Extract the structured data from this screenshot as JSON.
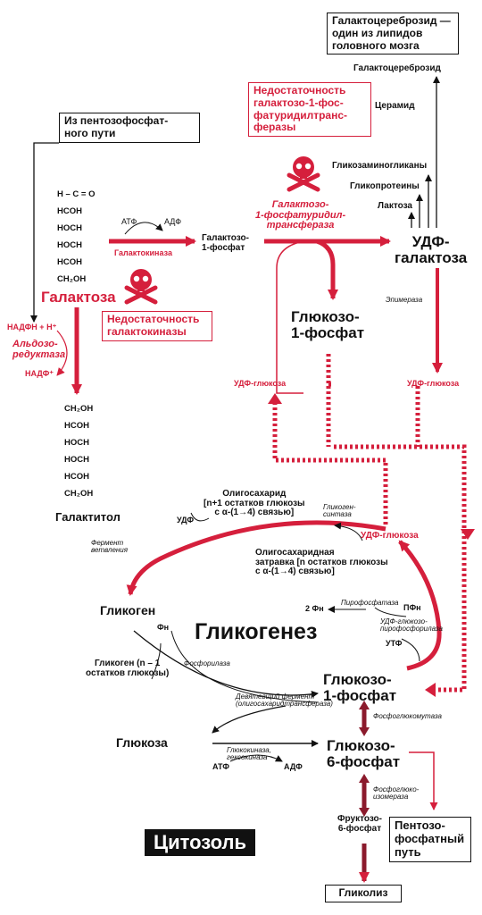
{
  "top_box": [
    "Галактоцереброзид —",
    "один из липидов",
    "головного мозга"
  ],
  "pentose_box": [
    "Из пентозофосфат-",
    "ного пути"
  ],
  "transferase_deficiency": [
    "Недостаточность",
    "галактозо-1-фос-",
    "фатуридилтранс-",
    "феразы"
  ],
  "galactokinase_deficiency": [
    "Недостаточность",
    "галактокиназы"
  ],
  "galactose_chain": [
    "H – C = O",
    "HCOH",
    "HOCH",
    "HOCH",
    "HCOH",
    "CH₂OH"
  ],
  "galactitol_chain": [
    "CH₂OH",
    "HCOH",
    "HOCH",
    "HOCH",
    "HCOH",
    "CH₂OH"
  ],
  "labels": {
    "galactocerebroside": "Галактоцереброзид",
    "ceramide": "Церамид",
    "glycosaminoglycans": "Гликозаминогликаны",
    "glycoproteins": "Гликопротеины",
    "lactose": "Лактоза",
    "transferase": [
      "Галактозо-",
      "1-фосфатуридил-",
      "трансфераза"
    ],
    "udp_galactose": [
      "УДФ-",
      "галактоза"
    ],
    "atp1": "АТФ",
    "adp1": "АДФ",
    "galactokinase": "Галактокиназа",
    "gal1p": [
      "Галактозо-",
      "1-фосфат"
    ],
    "galactose": "Галактоза",
    "nadph": "НАДФН + Н⁺",
    "aldose_reductase": [
      "Альдозо-",
      "редуктаза"
    ],
    "nadp": "НАДФ⁺",
    "glc1p_top": [
      "Глюкозо-",
      "1-фосфат"
    ],
    "epimerase": "Эпимераза",
    "udp_glucose_left": "УДФ-глюкоза",
    "udp_glucose_right": "УДФ-глюкоза",
    "galactitol": "Галактитол",
    "oligosaccharide": [
      "Олигосахарид",
      "[n+1 остатков глюкозы",
      "с α-(1→4) связью]"
    ],
    "glycogen_synthase": [
      "Гликоген-",
      "синтаза"
    ],
    "udp": "УДФ",
    "branching_enzyme": [
      "Фермент",
      "ветвления"
    ],
    "primer": [
      "Олигосахаридная",
      "затравка [n остатков глюкозы",
      "с α-(1→4) связью]"
    ],
    "udp_glucose_mid": "УДФ-глюкоза",
    "glycogen": "Гликоген",
    "pyrophosphatase": "Пирофосфатаза",
    "two_pi": "2 Фн",
    "ppi": "ПФн",
    "fn": "Фн",
    "pyrophosphorylase": [
      "УДФ-глюкозо-",
      "пирофосфорилаза"
    ],
    "utp": "УТФ",
    "glycogenesis": "Гликогенез",
    "glycogen_n1": [
      "Гликоген (n – 1",
      "остатков глюкозы)"
    ],
    "phosphorylase": "Фосфорилаза",
    "debranching": [
      "Девятевщий фермент",
      "(олигосахаридтрансфераза)"
    ],
    "glc1p_bottom": [
      "Глюкозо-",
      "1-фосфат"
    ],
    "phosphoglucomutase": "Фосфоглюкомутаза",
    "glucose": "Глюкоза",
    "hexokinase": [
      "Глюкокиназа,",
      "гексокиназа"
    ],
    "atp2": "АТФ",
    "adp2": "АДФ",
    "glc6p": [
      "Глюкозо-",
      "6-фосфат"
    ],
    "isomerase": [
      "Фосфоглюко-",
      "изомераза"
    ],
    "fru6p": [
      "Фруктозо-",
      "6-фосфат"
    ],
    "pentose_pathway": [
      "Пентозо-",
      "фосфатный",
      "путь"
    ],
    "cytosol": "Цитозоль",
    "glycolysis": "Гликолиз"
  },
  "colors": {
    "accent": "#d51f3c",
    "ink": "#111111"
  }
}
